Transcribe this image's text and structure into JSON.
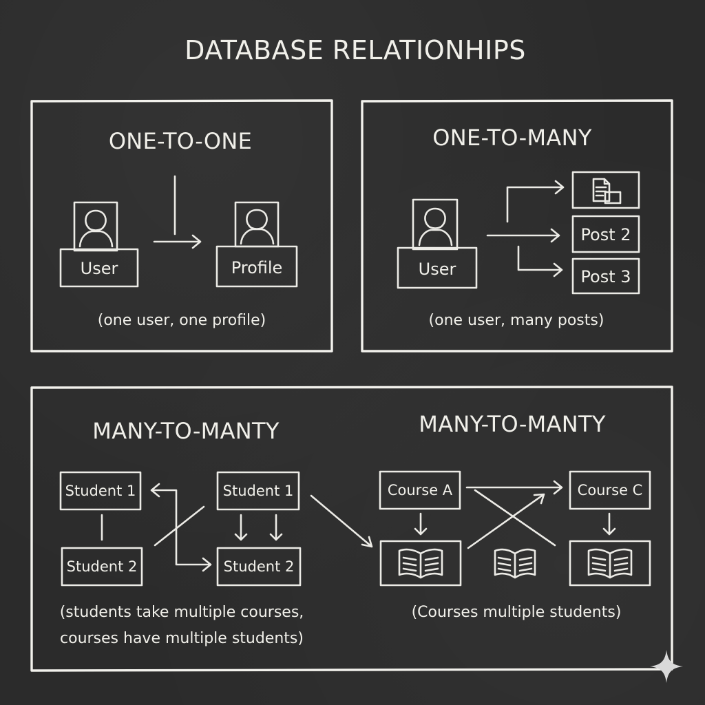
{
  "title": "DATABASE RELATIONHIPS",
  "one_to_one": {
    "heading": "ONE-TO-ONE",
    "left_label": "User",
    "right_label": "Profile",
    "caption": "(one user, one profile)"
  },
  "one_to_many": {
    "heading": "ONE-TO-MANY",
    "source_label": "User",
    "targets": [
      "Post 2",
      "Post 3"
    ],
    "caption": "(one user, many posts)"
  },
  "many_to_many_left": {
    "heading": "MANY-TO-MANTY",
    "labels": [
      "Student 1",
      "Student 2",
      "Student 1",
      "Student 2"
    ],
    "caption_line1": "(students take multiple courses,",
    "caption_line2": "courses have multiple students)"
  },
  "many_to_many_right": {
    "heading": "MANY-TO-MANTY",
    "labels": [
      "Course A",
      "Course C"
    ],
    "caption": "(Courses multiple  students)"
  },
  "colors": {
    "board": "#2b2b2b",
    "chalk": "#ecebe6"
  }
}
